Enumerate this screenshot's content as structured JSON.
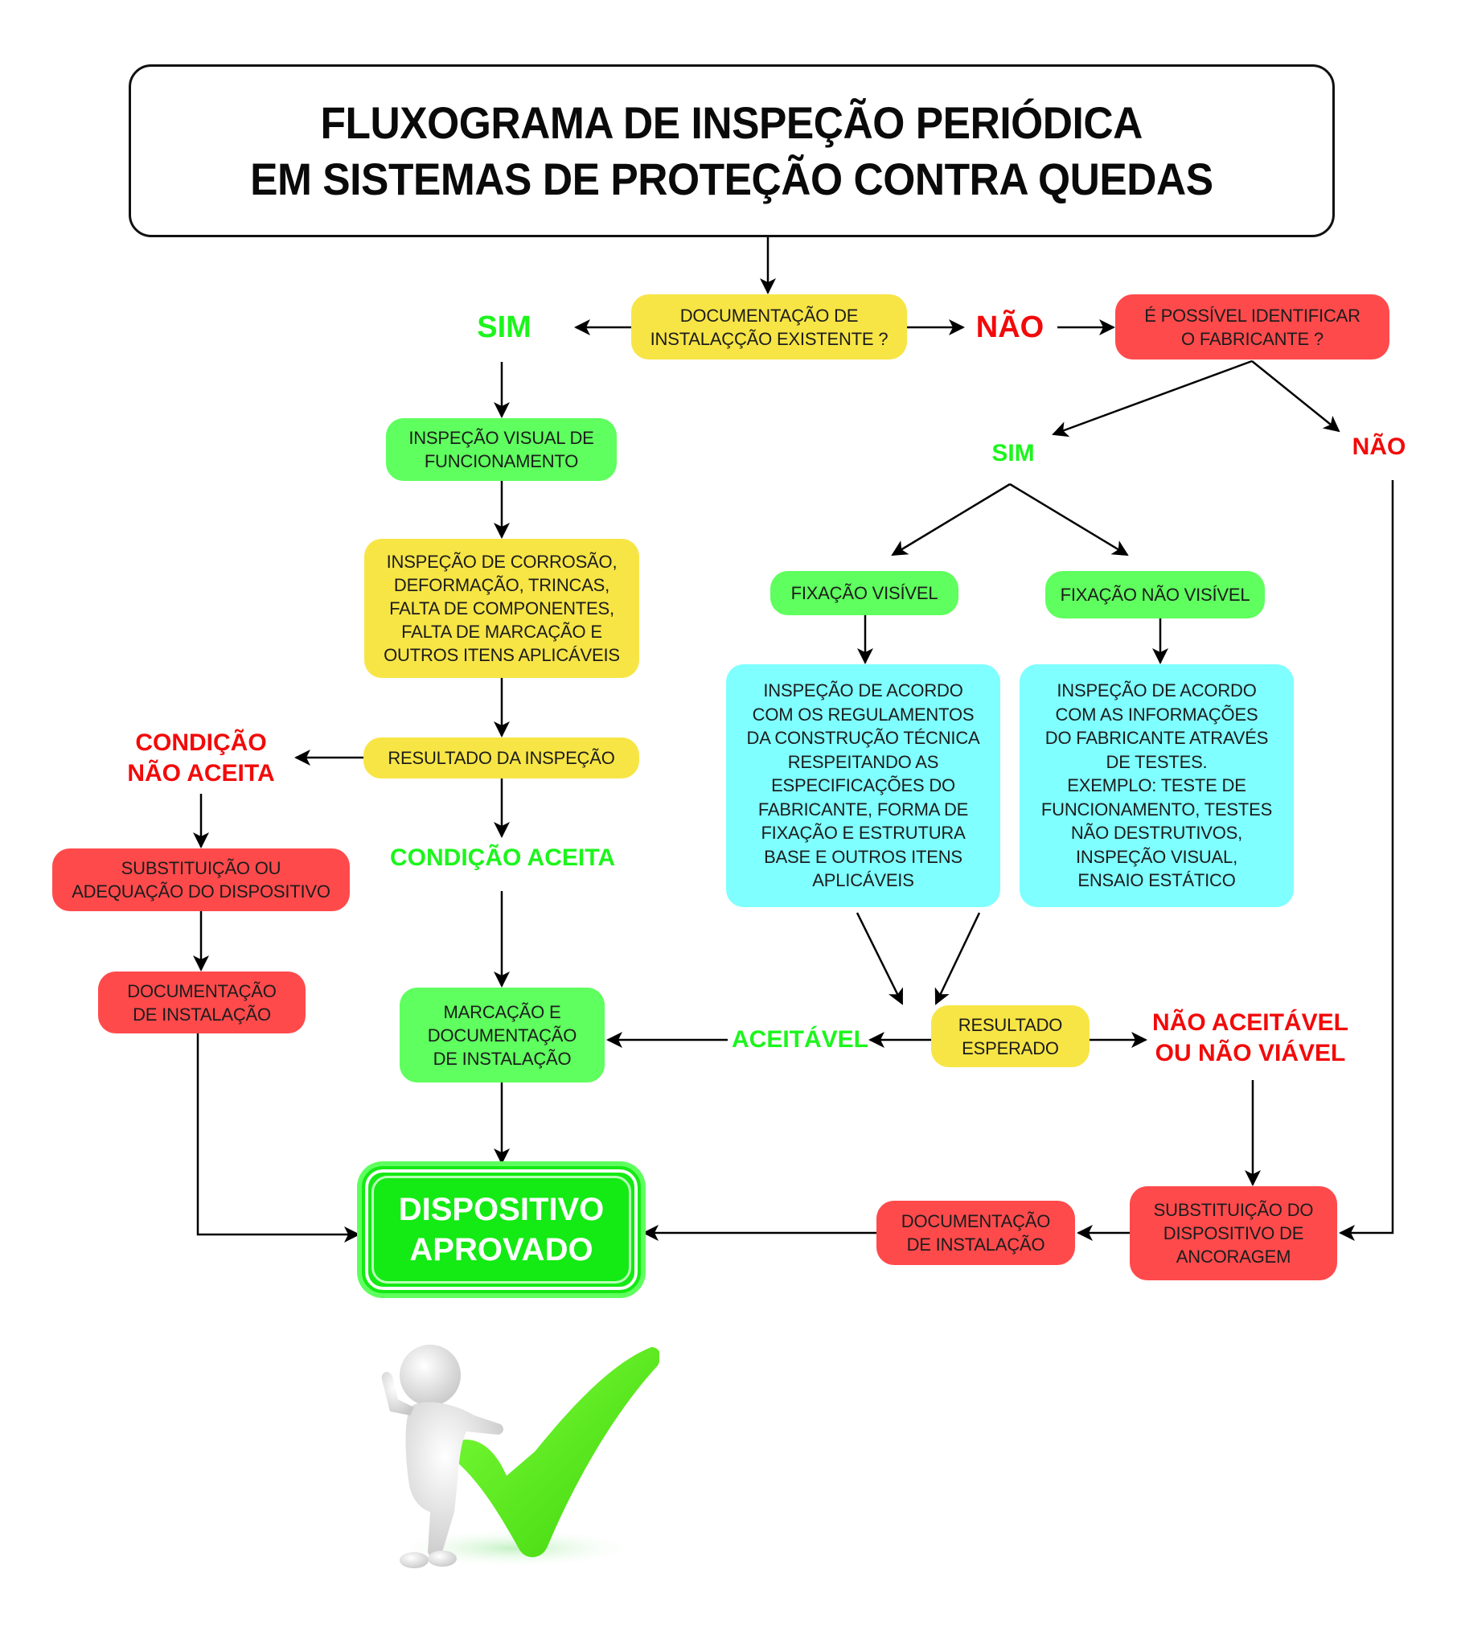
{
  "title": {
    "line1": "FLUXOGRAMA DE INSPEÇÃO PERIÓDICA",
    "line2": "EM SISTEMAS DE PROTEÇÃO CONTRA QUEDAS"
  },
  "colors": {
    "decision_yellow": "#f7e546",
    "action_red": "#ff4a4c",
    "ok_green": "#5eff5e",
    "info_cyan": "#7fffff",
    "label_green": "#1cf51c",
    "label_red": "#f20a0a",
    "approved_green": "#14ea14"
  },
  "nodes": {
    "doc_exists": "DOCUMENTAÇÃO DE\nINSTALAÇÇÃO EXISTENTE ?",
    "identify_maker": "É POSSÍVEL IDENTIFICAR\nO FABRICANTE ?",
    "visual_inspection": "INSPEÇÃO VISUAL DE\nFUNCIONAMENTO",
    "corrosion_inspection": "INSPEÇÃO DE CORROSÃO,\nDEFORMAÇÃO, TRINCAS,\nFALTA DE COMPONENTES,\nFALTA DE MARCAÇÃO E\nOUTROS ITENS APLICÁVEIS",
    "inspection_result": "RESULTADO DA INSPEÇÃO",
    "replace_adapt": "SUBSTITUIÇÃO OU\nADEQUAÇÃO DO DISPOSITIVO",
    "doc_install_left": "DOCUMENTAÇÃO\nDE INSTALAÇÃO",
    "marking_doc": "MARCAÇÃO E\nDOCUMENTAÇÃO\nDE INSTALAÇÃO",
    "approved": "DISPOSITIVO\nAPROVADO",
    "fix_visible": "FIXAÇÃO VISÍVEL",
    "fix_not_visible": "FIXAÇÃO NÃO VISÍVEL",
    "inspect_regulations": "INSPEÇÃO DE ACORDO\nCOM OS REGULAMENTOS\nDA CONSTRUÇÃO TÉCNICA\nRESPEITANDO AS\nESPECIFICAÇÕES DO\nFABRICANTE, FORMA DE\nFIXAÇÃO E ESTRUTURA\nBASE E OUTROS ITENS\nAPLICÁVEIS",
    "inspect_maker_info": "INSPEÇÃO DE ACORDO\nCOM AS INFORMAÇÕES\nDO FABRICANTE ATRAVÉS\nDE TESTES.\nEXEMPLO: TESTE DE\nFUNCIONAMENTO, TESTES\nNÃO DESTRUTIVOS,\nINSPEÇÃO VISUAL,\nENSAIO ESTÁTICO",
    "expected_result": "RESULTADO\nESPERADO",
    "replace_anchor": "SUBSTITUIÇÃO DO\nDISPOSITIVO DE\nANCORAGEM",
    "doc_install_right": "DOCUMENTAÇÃO\nDE INSTALAÇÃO"
  },
  "labels": {
    "sim_top": "SIM",
    "nao_top": "NÃO",
    "sim_right": "SIM",
    "nao_right": "NÃO",
    "condition_rejected": "CONDIÇÃO\nNÃO ACEITA",
    "condition_accepted": "CONDIÇÃO ACEITA",
    "acceptable": "ACEITÁVEL",
    "not_acceptable": "NÃO ACEITÁVEL\nOU NÃO VIÁVEL"
  },
  "illustration": {
    "description": "3D figure giving thumbs up leaning on green check mark",
    "icon": "check-mark-icon"
  }
}
